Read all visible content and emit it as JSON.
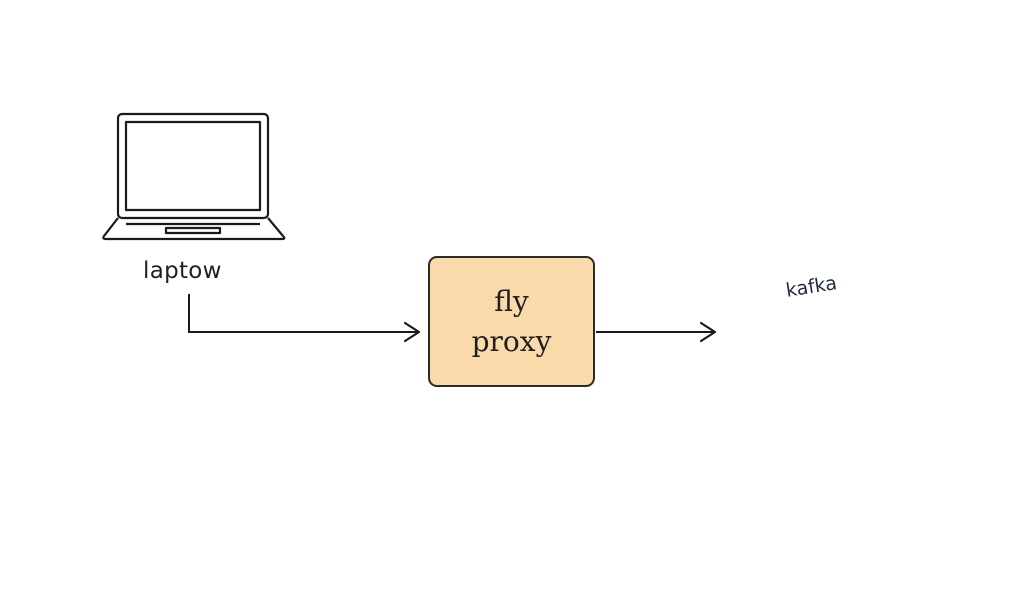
{
  "nodes": {
    "laptop": {
      "label": "laptow"
    },
    "proxy": {
      "line1": "fly",
      "line2": "proxy"
    },
    "kafka": {
      "label": "kafka"
    }
  },
  "colors": {
    "proxy_fill": "#fad9aa",
    "stroke": "#2b2b2b",
    "kafka_text": "#1f2a44"
  }
}
